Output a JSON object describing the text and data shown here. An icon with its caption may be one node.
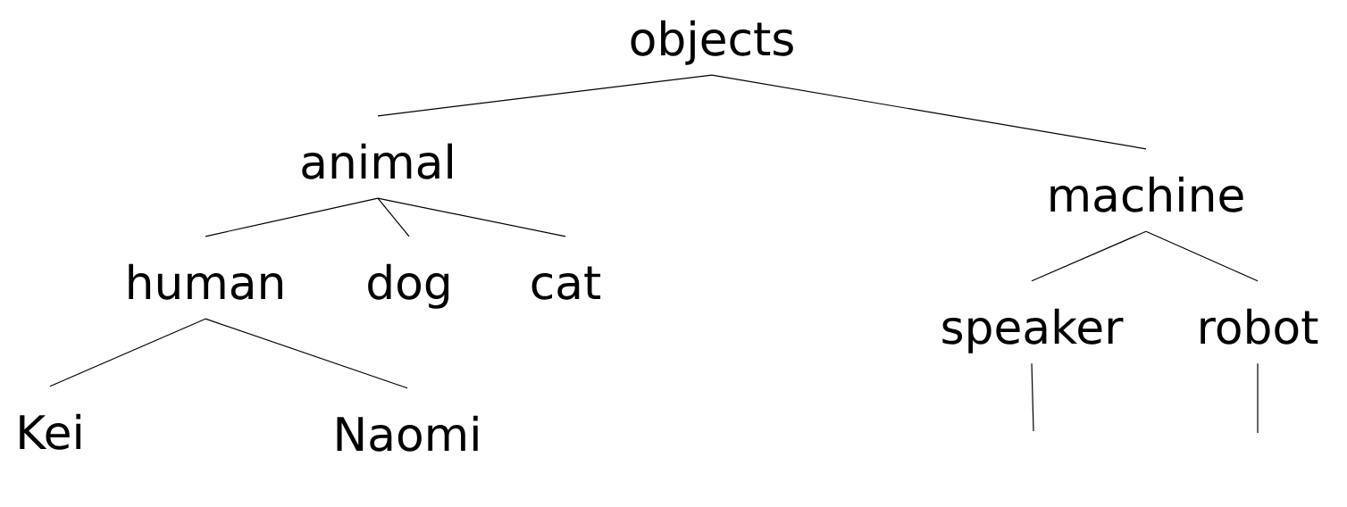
{
  "diagram": {
    "nodes": [
      {
        "text": [
          "objects"
        ]
      },
      {
        "text": [
          "animal"
        ]
      },
      {
        "text": [
          "human"
        ]
      },
      {
        "text": [
          "dog"
        ]
      },
      {
        "text": [
          "cat"
        ]
      },
      {
        "text": [
          "Kei"
        ]
      },
      {
        "text": [
          "Naomi"
        ]
      },
      {
        "text": [
          "machine"
        ]
      },
      {
        "text": [
          "speaker"
        ]
      },
      {
        "text": [
          "robot"
        ]
      }
    ],
    "edges": [
      {
        "from": 0,
        "to": 1,
        "arrow": "none"
      },
      {
        "from": 0,
        "to": 7,
        "arrow": "none"
      },
      {
        "from": 1,
        "to": 2,
        "arrow": "none"
      },
      {
        "from": 1,
        "to": 3,
        "arrow": "none"
      },
      {
        "from": 1,
        "to": 4,
        "arrow": "none"
      },
      {
        "from": 2,
        "to": 5,
        "arrow": "none"
      },
      {
        "from": 2,
        "to": 6,
        "arrow": "none"
      },
      {
        "from": 7,
        "to": 8,
        "arrow": "none"
      },
      {
        "from": 7,
        "to": 9,
        "arrow": "none"
      },
      {
        "from": 8,
        "to": null,
        "arrow": "none"
      },
      {
        "from": 9,
        "to": null,
        "arrow": "none"
      }
    ]
  }
}
